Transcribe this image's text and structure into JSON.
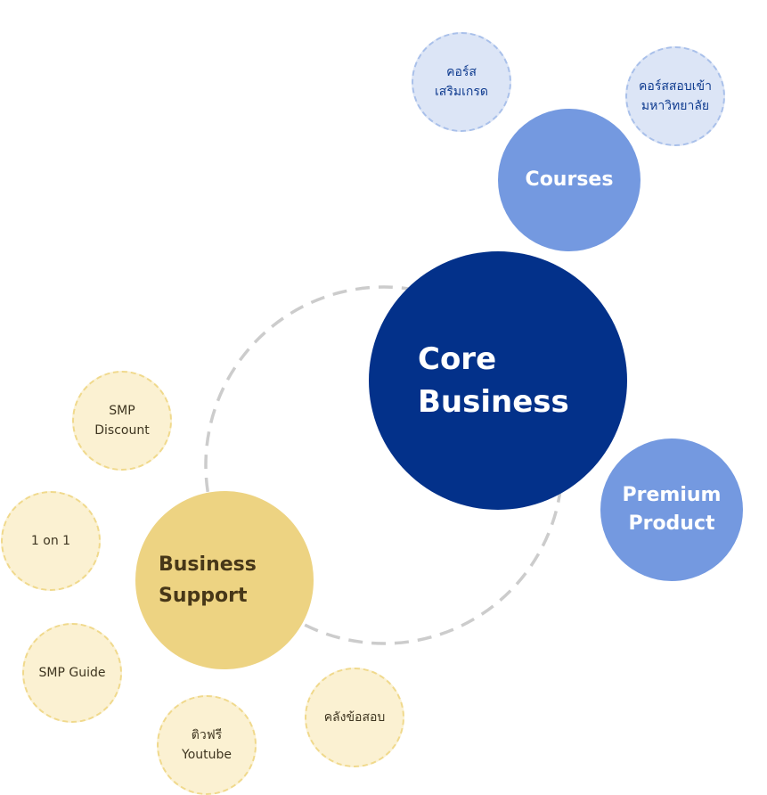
{
  "center": {
    "line1": "Core",
    "line2": "Business"
  },
  "courses": {
    "label": "Courses",
    "children": [
      {
        "line1": "คอร์ส",
        "line2": "เสริมเกรด"
      },
      {
        "line1": "คอร์สสอบเข้า",
        "line2": "มหาวิทยาลัย"
      }
    ]
  },
  "premium": {
    "line1": "Premium",
    "line2": "Product"
  },
  "support": {
    "line1": "Business",
    "line2": "Support",
    "children": [
      {
        "line1": "SMP",
        "line2": "Discount"
      },
      {
        "line1": "1 on 1",
        "line2": ""
      },
      {
        "line1": "SMP Guide",
        "line2": ""
      },
      {
        "line1": "ติวฟรี",
        "line2": "Youtube"
      },
      {
        "line1": "คลังข้อสอบ",
        "line2": ""
      }
    ]
  },
  "colors": {
    "core": "#03318a",
    "primary_child": "#7499e0",
    "secondary_blue": "#dce5f6",
    "support": "#edd382",
    "secondary_yellow": "#fbf1d2",
    "orbit": "#cccccc"
  }
}
